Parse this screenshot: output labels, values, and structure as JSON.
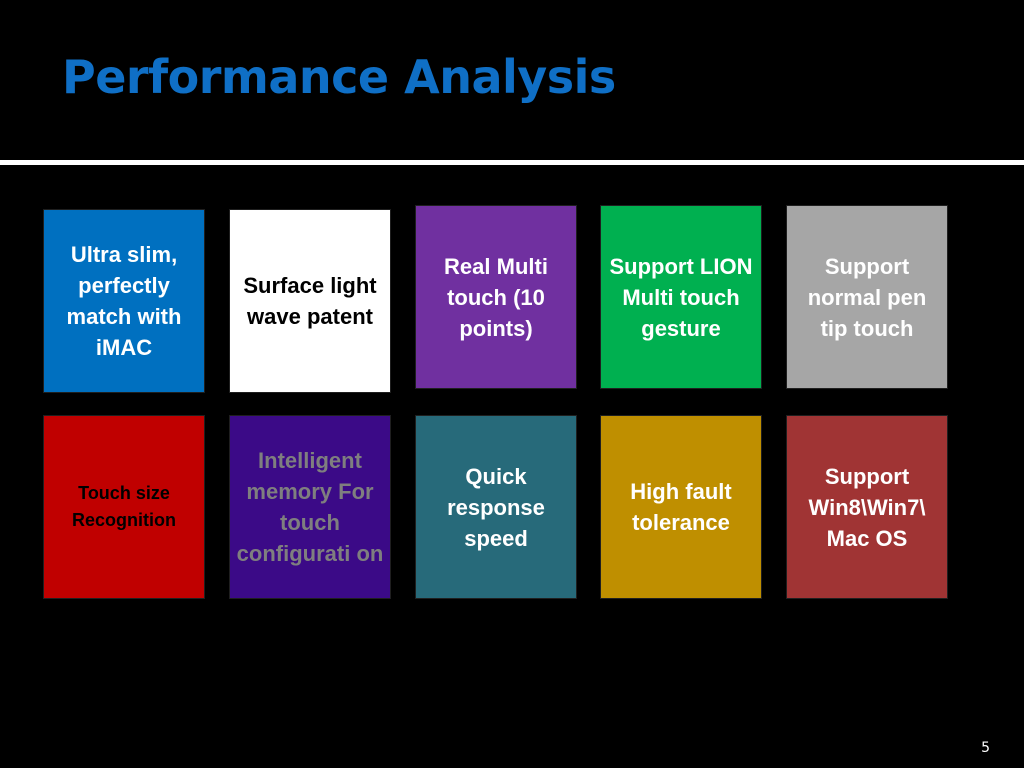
{
  "slide": {
    "title": "Performance Analysis",
    "title_color": "#0F6FC6",
    "page_number": "5"
  },
  "tiles": [
    {
      "text": "Ultra slim, perfectly match with iMAC",
      "color": "#0070C0",
      "text_color": "#FFFFFF"
    },
    {
      "text": "Surface light wave patent",
      "color": "#FFFFFF",
      "text_color": "#000000"
    },
    {
      "text": "Real Multi touch (10 points)",
      "color": "#7030A0",
      "text_color": "#FFFFFF"
    },
    {
      "text": "Support LION Multi touch gesture",
      "color": "#00B050",
      "text_color": "#FFFFFF"
    },
    {
      "text": "Support normal pen tip touch",
      "color": "#A6A6A6",
      "text_color": "#FFFFFF"
    },
    {
      "text": "Touch size Recognition",
      "color": "#C00000",
      "text_color": "#000000"
    },
    {
      "text": "Intelligent memory For touch configurati on",
      "color": "#3B0A87",
      "text_color": "#7F7F7F"
    },
    {
      "text": "Quick response speed",
      "color": "#276A7A",
      "text_color": "#FFFFFF"
    },
    {
      "text": "High fault tolerance",
      "color": "#BF8F00",
      "text_color": "#FFFFFF"
    },
    {
      "text": "Support Win8\\Win7\\ Mac OS",
      "color": "#A03434",
      "text_color": "#FFFFFF"
    }
  ]
}
